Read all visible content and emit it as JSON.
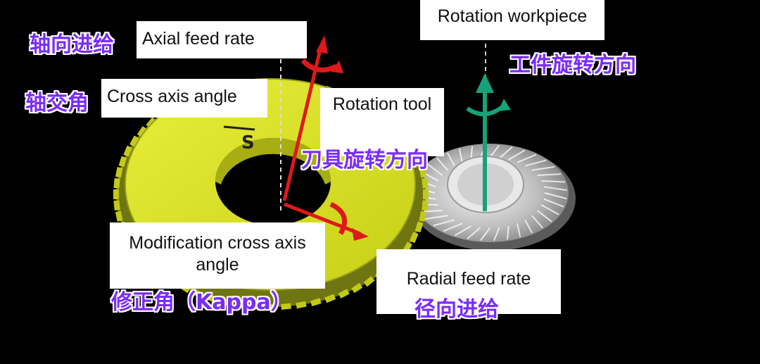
{
  "labels": {
    "axial_feed_rate": "Axial feed rate",
    "cross_axis_angle": "Cross axis angle",
    "rotation_tool": "Rotation tool",
    "rotation_workpiece": "Rotation workpiece",
    "modification_cross_axis_angle": "Modification cross axis angle",
    "radial_feed_rate": "Radial feed rate",
    "gear_mark": "S"
  },
  "chinese_labels": {
    "axial_feed": "轴向进给",
    "cross_axis_angle": "轴交角",
    "tool_rotation": "刀具旋转方向",
    "workpiece_rotation": "工件旋转方向",
    "kappa": "修正角（Kappa）",
    "radial_feed": "径向进给"
  },
  "colors": {
    "background": "#000000",
    "tool_gear": "#d9e020",
    "tool_gear_dark": "#8c9410",
    "workpiece_gear": "#c9c9c9",
    "tool_axis_arrow": "#dd1a1a",
    "workpiece_axis_arrow": "#16a27a",
    "chinese_text": "#7a2bff"
  }
}
